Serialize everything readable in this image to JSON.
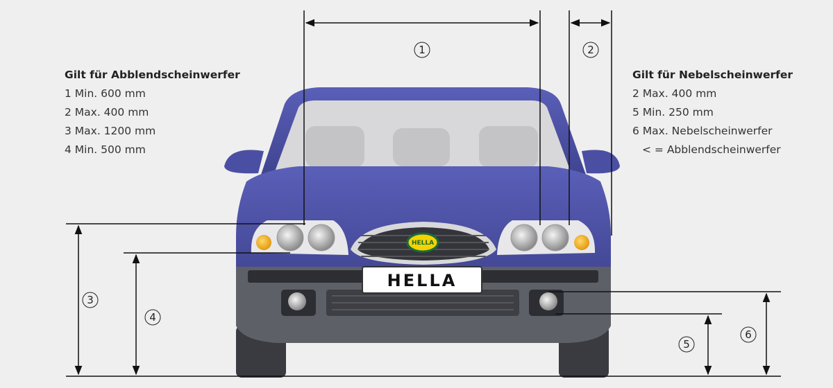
{
  "legend_low_beam": {
    "title": "Gilt für Abblendscheinwerfer",
    "items": [
      "1 Min. 600 mm",
      "2 Max. 400 mm",
      "3 Max. 1200 mm",
      "4 Min. 500 mm"
    ]
  },
  "legend_fog": {
    "title": "Gilt für Nebelscheinwerfer",
    "items": [
      "2 Max. 400 mm",
      "5 Min. 250 mm",
      "6 Max. Nebelscheinwerfer",
      "< = Abblendscheinwerfer"
    ]
  },
  "dimensions": {
    "d1": "1",
    "d2": "2",
    "d3": "3",
    "d4": "4",
    "d5": "5",
    "d6": "6"
  },
  "car": {
    "plate": "HELLA",
    "logo": "HELLA"
  },
  "colors": {
    "body": "#4b4fa3",
    "bumper": "#5d5f66",
    "background": "#efefef",
    "indicator": "#f2a81c"
  }
}
